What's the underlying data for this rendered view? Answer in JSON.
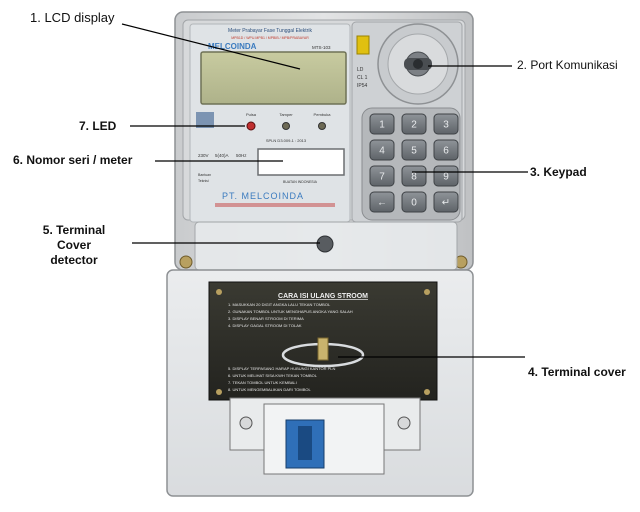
{
  "meter": {
    "header_line1": "Meter Prabayar Fase Tunggal Elektrik",
    "header_line2": "MPB1D / WPU.MPB1 / MPBIB / MPB/PRABAYAR",
    "brand": "MELCOINDA",
    "model": "MTS-103",
    "led_labels": [
      "Pulsa",
      "Tamper",
      "Pembuka"
    ],
    "side_marks": [
      "LD",
      "CL 1",
      "IP54"
    ],
    "spec_text": "SPLN D3.009-1 : 2013",
    "ratings": [
      "230V",
      "5(40)A",
      "50Hz"
    ],
    "side_notes": [
      "Bantuan",
      "Teknisi"
    ],
    "manufacturer": "PT. MELCOINDA",
    "made_in": "BUATAN INDONESIA",
    "keypad_keys": [
      "1",
      "2",
      "3",
      "4",
      "5",
      "6",
      "7",
      "8",
      "9",
      "←",
      "0",
      "↵"
    ],
    "instructions_title": "CARA ISI ULANG STROOM",
    "instructions": [
      "1. MASUKKAN 20 DIGIT ANGKA LALU TEKAN TOMBOL",
      "2. GUNAKAN TOMBOL UNTUK MENGHAPUS ANGKA YANG SALAH",
      "3. DISPLAY BENAR STROOM DI TERIMA",
      "4. DISPLAY GAGAL STROOM DI TOLAK",
      "5. DISPLAY TERPASANG HARAP HUBUNGI KANTOR PLN",
      "6. UNTUK MELIHAT SISA KWH TEKAN TOMBOL",
      "7. TEKAN TOMBOL UNTUK KEMBALI",
      "8. UNTUK MENGEMBALIKAN DARI TOMBOL"
    ],
    "accent_color": "#3b7bbf",
    "led_color": "#c03030"
  },
  "callouts": {
    "lcd_display": "1.  LCD display",
    "port_komunikasi": "2. Port Komunikasi",
    "keypad": "3. Keypad",
    "terminal_cover": "4. Terminal cover",
    "terminal_cover_detector_1": "5. Terminal",
    "terminal_cover_detector_2": "Cover",
    "terminal_cover_detector_3": "detector",
    "nomor_seri": "6. Nomor seri / meter",
    "led": "7. LED"
  }
}
